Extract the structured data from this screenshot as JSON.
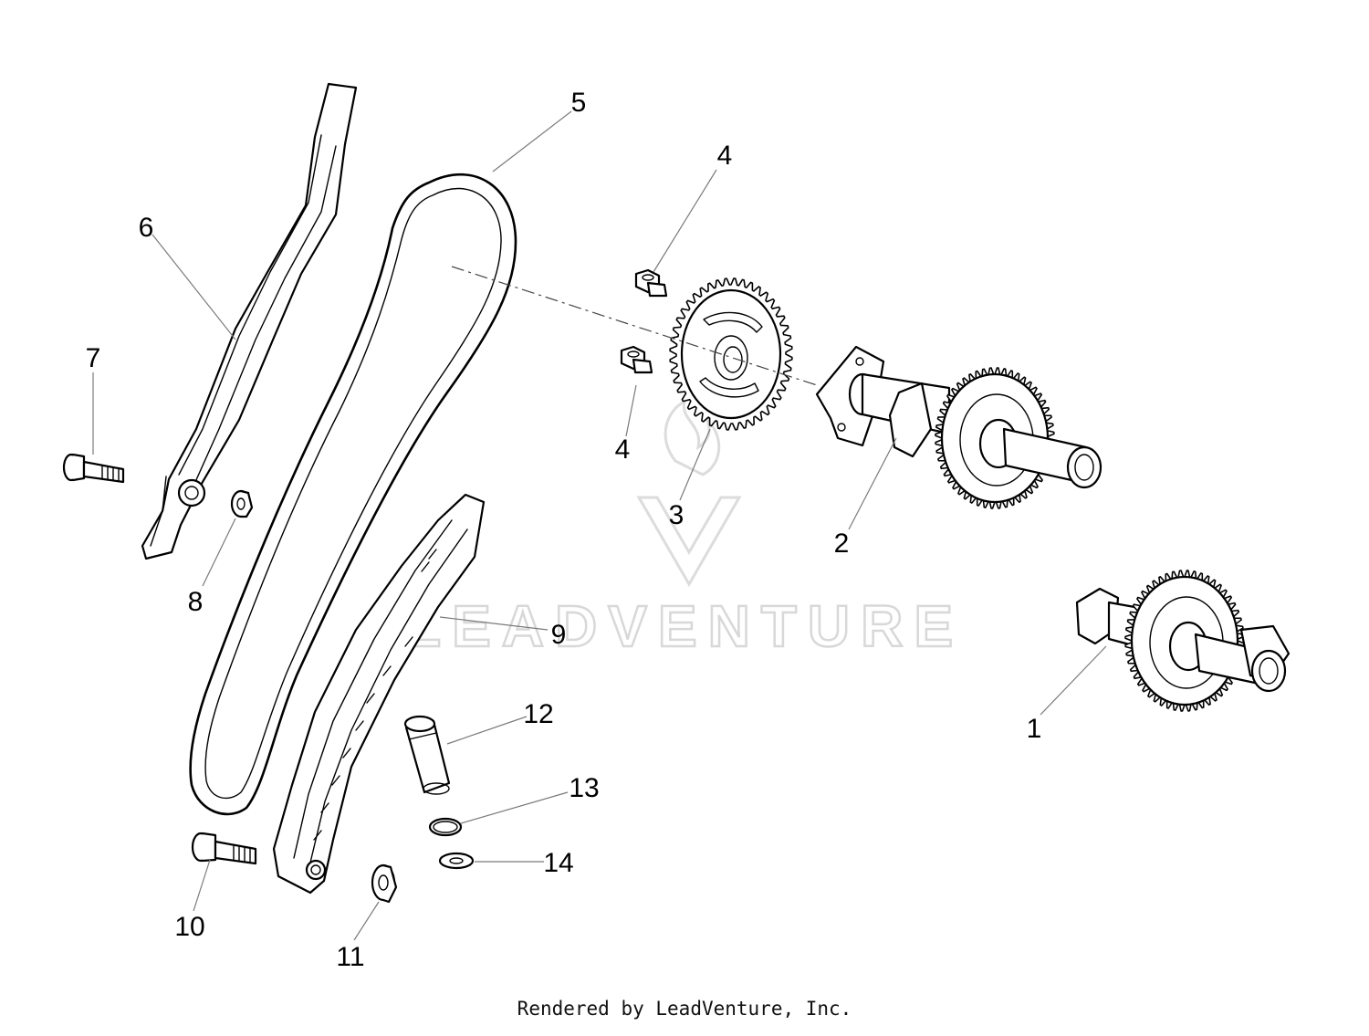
{
  "watermark": {
    "text": "LEADVENTURE"
  },
  "callouts": [
    {
      "id": "1",
      "text": "1"
    },
    {
      "id": "2",
      "text": "2"
    },
    {
      "id": "3",
      "text": "3"
    },
    {
      "id": "4a",
      "text": "4"
    },
    {
      "id": "4b",
      "text": "4"
    },
    {
      "id": "5",
      "text": "5"
    },
    {
      "id": "6",
      "text": "6"
    },
    {
      "id": "7",
      "text": "7"
    },
    {
      "id": "8",
      "text": "8"
    },
    {
      "id": "9",
      "text": "9"
    },
    {
      "id": "10",
      "text": "10"
    },
    {
      "id": "11",
      "text": "11"
    },
    {
      "id": "12",
      "text": "12"
    },
    {
      "id": "13",
      "text": "13"
    },
    {
      "id": "14",
      "text": "14"
    }
  ],
  "footer": {
    "text": "Rendered by LeadVenture, Inc."
  }
}
